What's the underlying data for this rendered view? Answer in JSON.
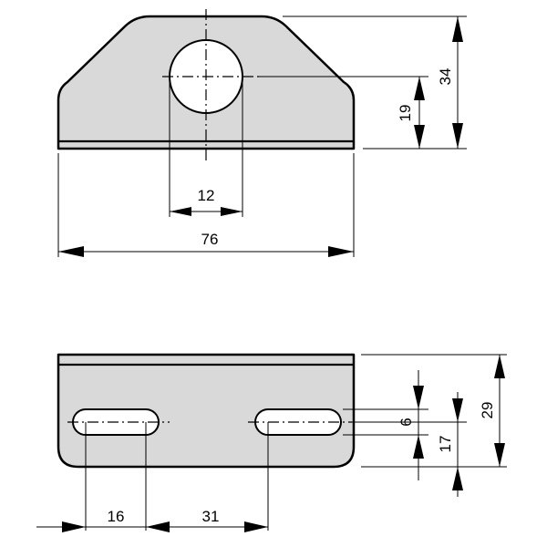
{
  "top_view": {
    "dimensions": {
      "width_overall": "76",
      "hole_diameter": "12",
      "hole_height": "19",
      "height_overall": "34"
    }
  },
  "bottom_view": {
    "dimensions": {
      "slot_width": "16",
      "slot_spacing": "31",
      "slot_height": "6",
      "slot_center_height": "17",
      "height_overall": "29"
    }
  }
}
